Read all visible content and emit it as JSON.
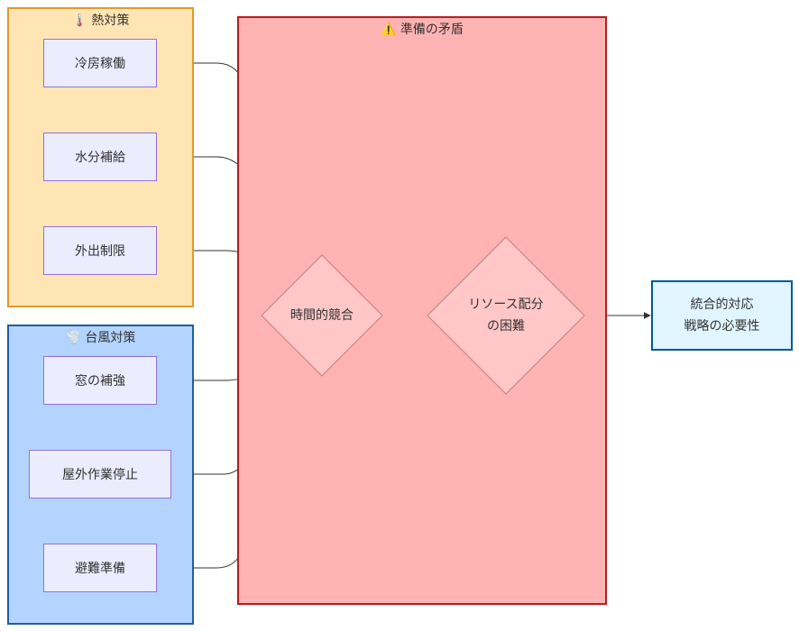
{
  "clusters": {
    "heat": {
      "title": "🌡️ 熱対策",
      "fill": "#ffe5b4",
      "border": "#e09a2b"
    },
    "typhoon": {
      "title": "🌪️ 台風対策",
      "fill": "#b3d4ff",
      "border": "#1f5f9a"
    },
    "contradiction": {
      "title": "⚠️ 準備の矛盾",
      "fill": "#ffb3b3",
      "border": "#b71c1c"
    }
  },
  "nodes": {
    "cooling": "冷房稼働",
    "hydration": "水分補給",
    "outing_limit": "外出制限",
    "window": "窓の補強",
    "outdoor_stop": "屋外作業停止",
    "evacuation": "避難準備",
    "time_conflict": "時間的競合",
    "resource_line1": "リソース配分",
    "resource_line2": "の困難",
    "strategy_line1": "統合的対応",
    "strategy_line2": "戦略の必要性"
  },
  "colors": {
    "node_fill": "#ececff",
    "node_border": "#9370db",
    "diamond_fill": "#ffc7c7",
    "diamond_border": "#c08080",
    "result_fill": "#e1f5fe",
    "result_border": "#01579b",
    "edge": "#333333"
  }
}
